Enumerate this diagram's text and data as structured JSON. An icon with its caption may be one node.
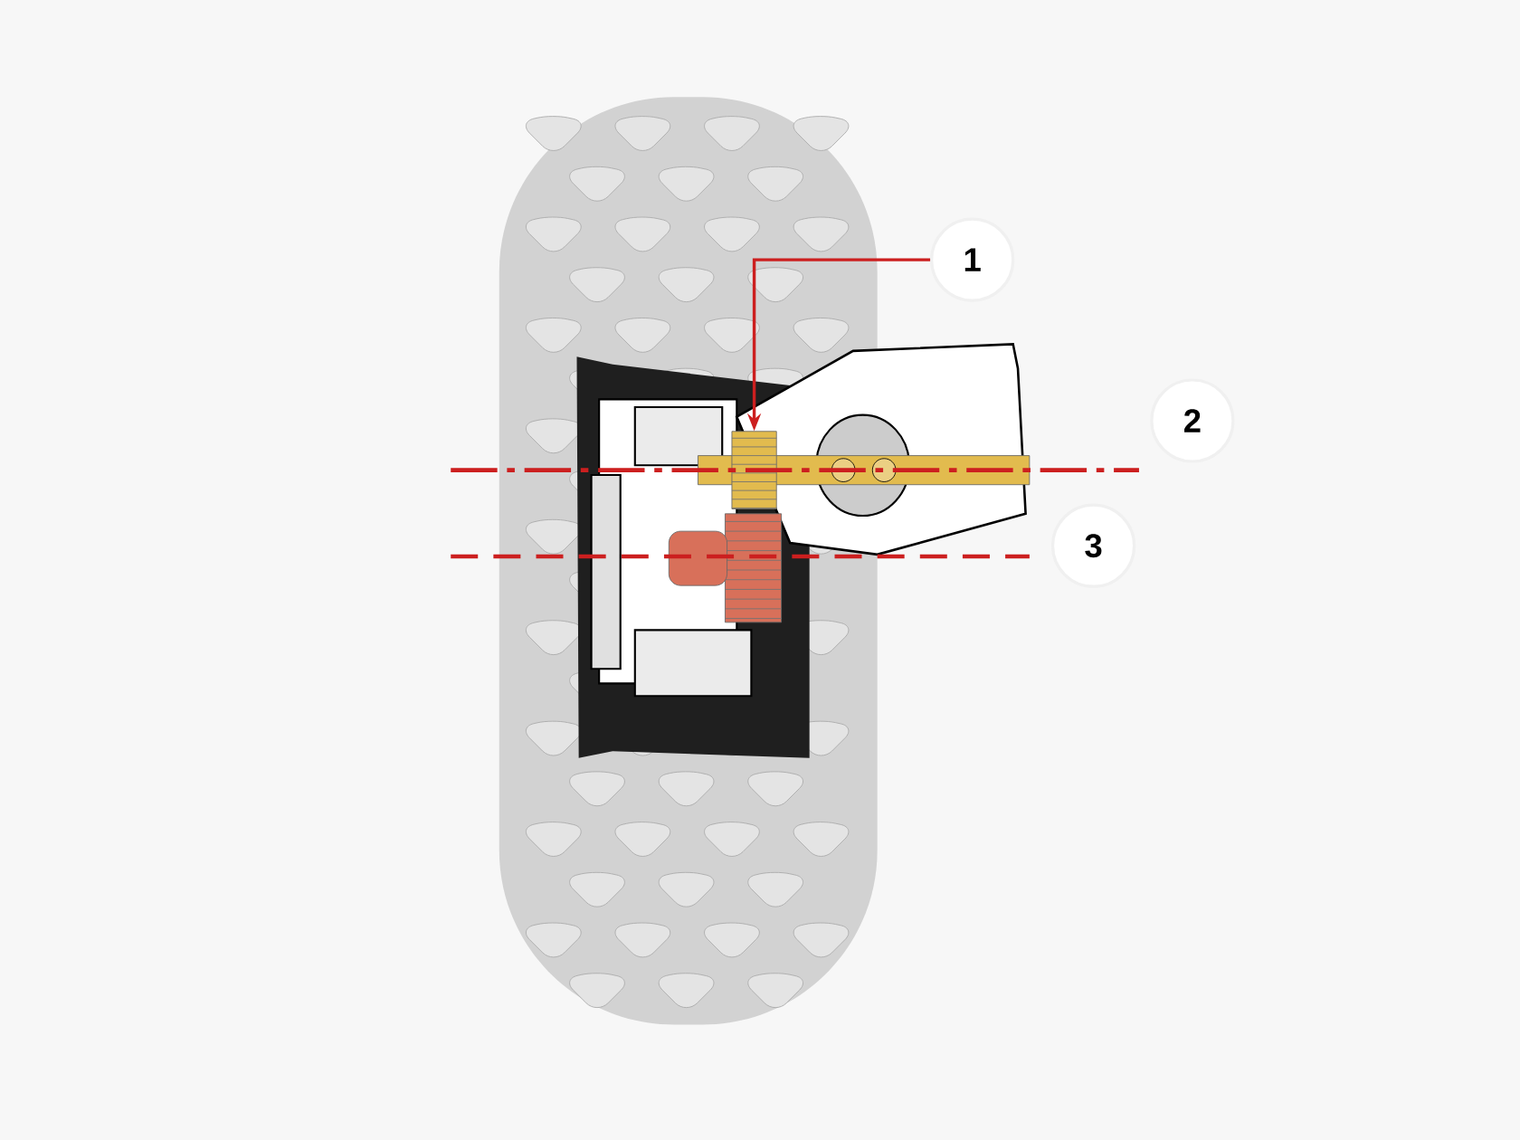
{
  "diagram": {
    "nodes": [
      {
        "text": [
          "1"
        ]
      },
      {
        "text": [
          "2"
        ]
      },
      {
        "text": [
          "3"
        ]
      },
      {
        "text": [],
        "shape": "picture"
      }
    ],
    "edges": [
      {
        "from": 0,
        "to": 3,
        "arrow": "to"
      }
    ]
  }
}
